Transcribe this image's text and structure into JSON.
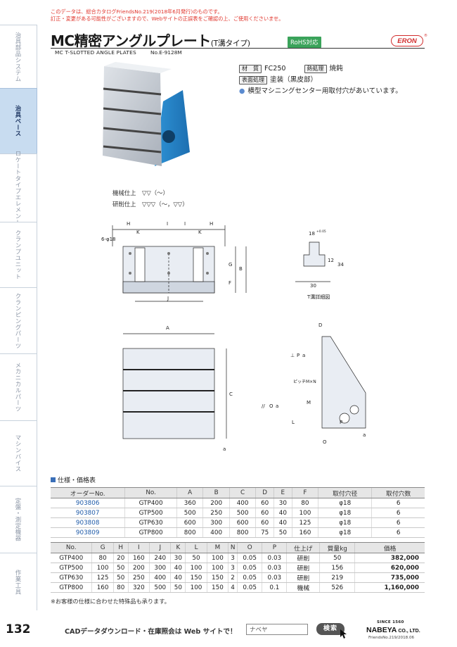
{
  "notice": [
    "このデータは、総合カタログFriendsNo.219(2018年6月発行)のものです。",
    "訂正・変更がある可能性がございますので、Webサイトの正誤表をご確認の上、ご使用くださいませ。"
  ],
  "sidebar": {
    "items": [
      {
        "label": "治具部品システム"
      },
      {
        "label": "治具ベース"
      },
      {
        "label": "ロケートタイプエレメント"
      },
      {
        "label": "クランプユニット"
      },
      {
        "label": "クランピングパーツ"
      },
      {
        "label": "メカニカルパーツ"
      },
      {
        "label": "マシンバイス"
      },
      {
        "label": "定盤・測定機器"
      },
      {
        "label": "作業工具"
      }
    ],
    "active_index": 1
  },
  "header": {
    "title": "MC精密アングルプレート",
    "title_sub": "(T溝タイプ)",
    "rohs": "RoHS対応",
    "en_title": "MC T-SLOTTED ANGLE PLATES",
    "model_no": "No.E-9128M",
    "logo": "ERON",
    "logo_reg": "®"
  },
  "spec": {
    "material_label": "材　質",
    "material_value": "FC250",
    "heat_label": "熱処理",
    "heat_value": "焼鈍",
    "surface_label": "表面処理",
    "surface_value": "塗装（黒皮部）",
    "feature_bullet": "●",
    "feature": "横型マシニングセンター用取付穴があいています。"
  },
  "finish": {
    "machine_label": "機械仕上",
    "machine_symbol": "▽▽（〜）",
    "grind_label": "研削仕上",
    "grind_symbol": "▽▽▽（〜，▽▽）"
  },
  "drawing_labels": {
    "H": "H",
    "K": "K",
    "I": "I",
    "J": "J",
    "G": "G",
    "F": "F",
    "B": "B",
    "A": "A",
    "C": "C",
    "D": "D",
    "L": "L",
    "M": "M",
    "O": "O",
    "P": "P",
    "hole": "6-φ18",
    "pitch": "ピッチM×N",
    "tslot_caption": "T溝詳細図",
    "t18": "18",
    "t18_sup": "+0.05",
    "t12": "12",
    "t34": "34",
    "t30": "30",
    "datum_a": "a",
    "tol_perp": "⊥",
    "tol_par": "//",
    "tol_P": "P",
    "tol_O": "O"
  },
  "section_title": "仕様・価格表",
  "table1": {
    "headers": [
      "オーダーNo.",
      "No.",
      "A",
      "B",
      "C",
      "D",
      "E",
      "F",
      "取付穴径",
      "取付穴数"
    ],
    "rows": [
      [
        "903806",
        "GTP400",
        "360",
        "200",
        "400",
        "60",
        "30",
        "80",
        "φ18",
        "6"
      ],
      [
        "903807",
        "GTP500",
        "500",
        "250",
        "500",
        "60",
        "40",
        "100",
        "φ18",
        "6"
      ],
      [
        "903808",
        "GTP630",
        "600",
        "300",
        "600",
        "60",
        "40",
        "125",
        "φ18",
        "6"
      ],
      [
        "903809",
        "GTP800",
        "800",
        "400",
        "800",
        "75",
        "50",
        "160",
        "φ18",
        "6"
      ]
    ]
  },
  "table2": {
    "headers": [
      "No.",
      "G",
      "H",
      "I",
      "J",
      "K",
      "L",
      "M",
      "N",
      "O",
      "P",
      "仕上げ",
      "質量kg",
      "価格"
    ],
    "rows": [
      [
        "GTP400",
        "80",
        "20",
        "160",
        "240",
        "30",
        "50",
        "100",
        "3",
        "0.05",
        "0.03",
        "研削",
        "50",
        "382,000"
      ],
      [
        "GTP500",
        "100",
        "50",
        "200",
        "300",
        "40",
        "100",
        "100",
        "3",
        "0.05",
        "0.03",
        "研削",
        "156",
        "620,000"
      ],
      [
        "GTP630",
        "125",
        "50",
        "250",
        "400",
        "40",
        "150",
        "150",
        "2",
        "0.05",
        "0.03",
        "研削",
        "219",
        "735,000"
      ],
      [
        "GTP800",
        "160",
        "80",
        "320",
        "500",
        "50",
        "100",
        "150",
        "4",
        "0.05",
        "0.1",
        "機械",
        "526",
        "1,160,000"
      ]
    ]
  },
  "note": "※お客様の仕様に合わせた特殊品も承ります。",
  "footer": {
    "page_no": "132",
    "cad_text": "CADデータダウンロード・在庫照会は Web サイトで！",
    "search_value": "ナベヤ",
    "search_button": "検索",
    "since": "SINCE 1560",
    "brand": "NABEYA",
    "brand_suffix": " CO., LTD.",
    "catalog": "FriendsNo.219/2018.06"
  }
}
